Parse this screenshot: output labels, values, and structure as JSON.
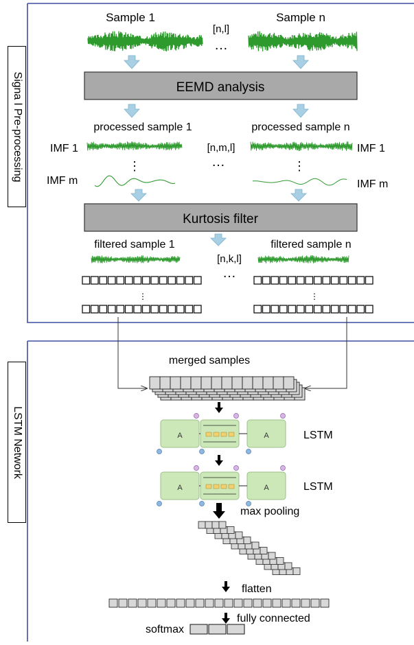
{
  "sections": {
    "preprocessing_label": "Signa l Pre-processing",
    "network_label": "LSTM  Network"
  },
  "top": {
    "sample_first": "Sample 1",
    "sample_last": "Sample n",
    "shape_raw": "[n,l]",
    "ellipsis": "…",
    "eemd": "EEMD analysis",
    "processed_first": "processed sample 1",
    "processed_last": "processed sample n",
    "imf_1": "IMF 1",
    "imf_m": "IMF m",
    "shape_imf": "[n,m,l]",
    "vdots": "⋮",
    "kurtosis": "Kurtosis filter",
    "filtered_first": "filtered sample 1",
    "filtered_last": "filtered sample n",
    "shape_filtered": "[n,k,l]"
  },
  "bottom": {
    "merged": "merged samples",
    "lstm": "LSTM",
    "cell": "A",
    "max_pooling": "max pooling",
    "flatten": "flatten",
    "fully_connected": "fully connected",
    "softmax": "softmax"
  },
  "colors": {
    "signal_green": "#2e9a2e",
    "arrow_blue": "#a8cfe4",
    "process_box": "#a9a9a9",
    "frame_blue": "#3f4ea0",
    "lstm_cell": "#cde8b8",
    "grid_cell": "#d8d8d8"
  }
}
